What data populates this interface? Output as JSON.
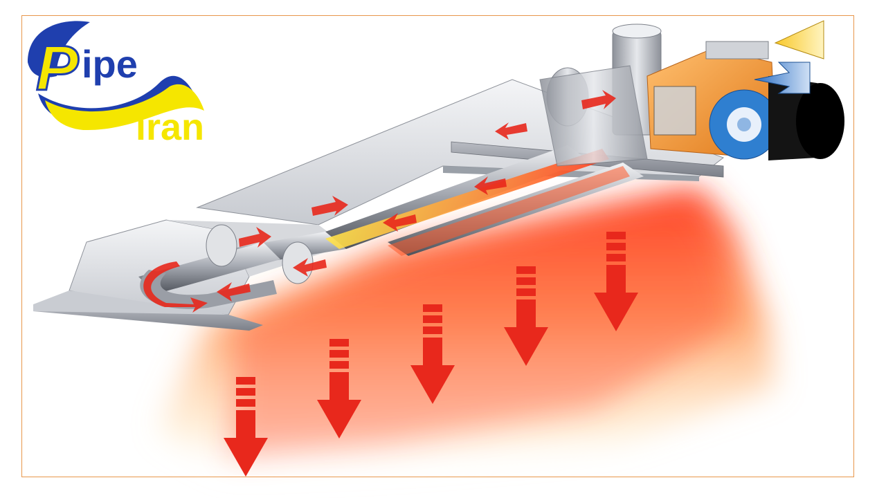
{
  "logo": {
    "initial": "P",
    "word_top": "ipe",
    "word_bottom": "iran",
    "brand_blue": "#1f3fae",
    "brand_yellow": "#f5e600"
  },
  "colors": {
    "frame_border": "#e8964a",
    "heat_red": "#ff3a1f",
    "heat_orange": "#ff9a3c",
    "heat_yellow": "#ffe9a0",
    "arrow_red": "#e8281c",
    "steel_light": "#d9dbdf",
    "steel_dark": "#7c8089",
    "burner_orange": "#f39a2b",
    "fan_blue": "#2f7fd0",
    "fan_black": "#141414",
    "inlet_yellow": "#f8c82a",
    "inlet_blue": "#2c6fc4"
  },
  "icons": {
    "heat_arrow": "down-arrow-icon",
    "flow_arrow": "flow-arrow-icon",
    "fuel_inlet": "left-arrow-icon",
    "air_inlet": "left-arrow-icon"
  }
}
